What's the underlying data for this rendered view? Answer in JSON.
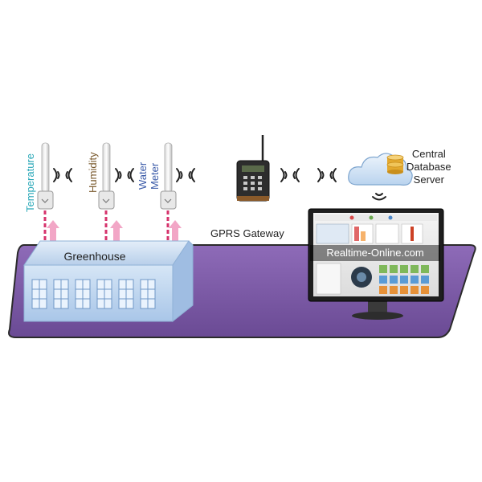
{
  "labels": {
    "temperature": "Temperature",
    "humidity": "Humidity",
    "water_meter_line1": "Water",
    "water_meter_line2": "Meter",
    "gprs_gateway": "GPRS Gateway",
    "central_line1": "Central",
    "central_line2": "Database",
    "central_line3": "Server",
    "greenhouse": "Greenhouse",
    "website": "Realtime-Online.com"
  },
  "colors": {
    "platform": "#7d5aa6",
    "platform_edge": "#2b2b2b",
    "temperature_text": "#2aa8b8",
    "humidity_text": "#7a5a2e",
    "water_meter_text": "#3a5aa8",
    "connector": "#d6336c",
    "arrow": "#f2a6c6",
    "greenhouse_roof": "#cfe0f2",
    "greenhouse_wall": "#b9d2ee",
    "cloud": "#cfe2f5",
    "database": "#e8b33a"
  },
  "icons": {
    "sensor": "sensor-probe-icon",
    "wireless": "wireless-signal-icon",
    "gateway": "gprs-gateway-device-icon",
    "cloud": "cloud-icon",
    "database": "database-icon",
    "monitor": "monitor-icon"
  }
}
